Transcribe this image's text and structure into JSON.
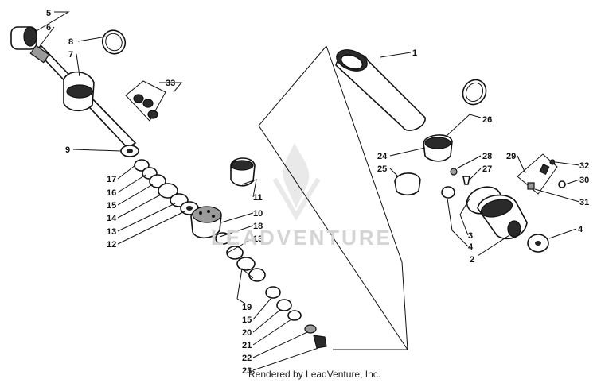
{
  "watermark": {
    "brand": "LEADVENTURE",
    "credit": "Rendered by LeadVenture, Inc."
  },
  "callouts": {
    "c1": "1",
    "c2": "2",
    "c3": "3",
    "c4a": "4",
    "c4b": "4",
    "c5": "5",
    "c6": "6",
    "c7": "7",
    "c8": "8",
    "c9": "9",
    "c10": "10",
    "c11": "11",
    "c12": "12",
    "c13a": "13",
    "c13b": "13",
    "c14": "14",
    "c15a": "15",
    "c15b": "15",
    "c16": "16",
    "c17": "17",
    "c18": "18",
    "c19": "19",
    "c20": "20",
    "c21": "21",
    "c22": "22",
    "c23": "23",
    "c24": "24",
    "c25": "25",
    "c26": "26",
    "c27": "27",
    "c28": "28",
    "c29": "29",
    "c30": "30",
    "c31": "31",
    "c32": "32",
    "c33": "33"
  }
}
